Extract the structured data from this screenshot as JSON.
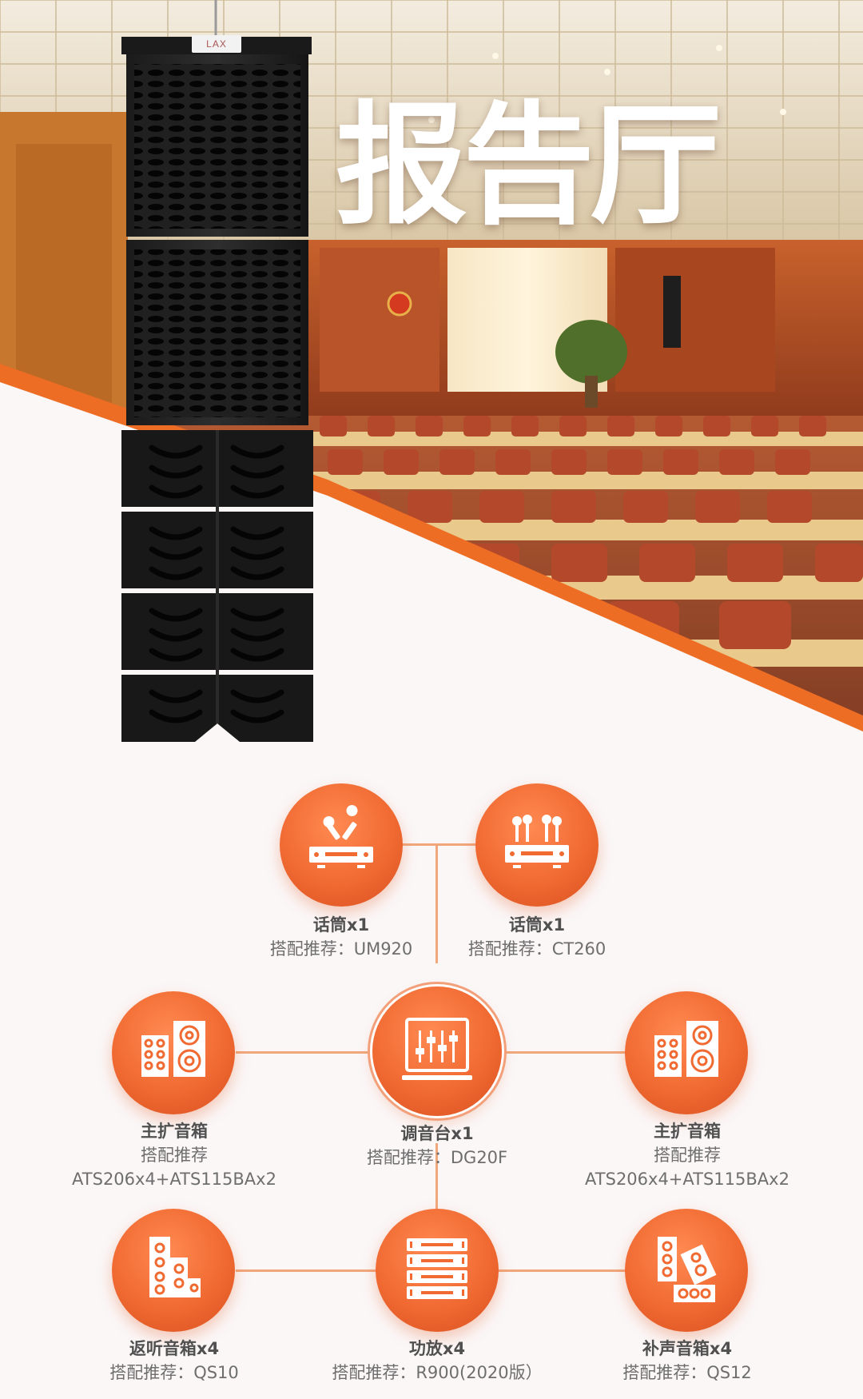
{
  "hero": {
    "title": "报告厅",
    "logo_text": "LAX"
  },
  "nodes": {
    "mic1": {
      "name": "话筒x1",
      "rec": "搭配推荐：UM920",
      "icon": "dual-handheld-mic-receiver-icon"
    },
    "mic2": {
      "name": "话筒x1",
      "rec": "搭配推荐：CT260",
      "icon": "gooseneck-mic-receiver-icon"
    },
    "main_left": {
      "name": "主扩音箱",
      "rec": "搭配推荐",
      "rec2": "ATS206x4+ATS115BAx2",
      "icon": "line-array-speaker-icon"
    },
    "mixer": {
      "name": "调音台x1",
      "rec": "搭配推荐：DG20F",
      "icon": "mixing-console-icon"
    },
    "main_right": {
      "name": "主扩音箱",
      "rec": "搭配推荐",
      "rec2": "ATS206x4+ATS115BAx2",
      "icon": "line-array-speaker-icon"
    },
    "monitor": {
      "name": "返听音箱x4",
      "rec": "搭配推荐：QS10",
      "icon": "monitor-speaker-icon"
    },
    "amp": {
      "name": "功放x4",
      "rec": "搭配推荐：R900(2020版）",
      "icon": "power-amplifier-rack-icon"
    },
    "fill": {
      "name": "补声音箱x4",
      "rec": "搭配推荐：QS12",
      "icon": "fill-speaker-icon"
    }
  },
  "colors": {
    "accent": "#f06a32",
    "line": "#f0a77c",
    "text": "#505050"
  }
}
